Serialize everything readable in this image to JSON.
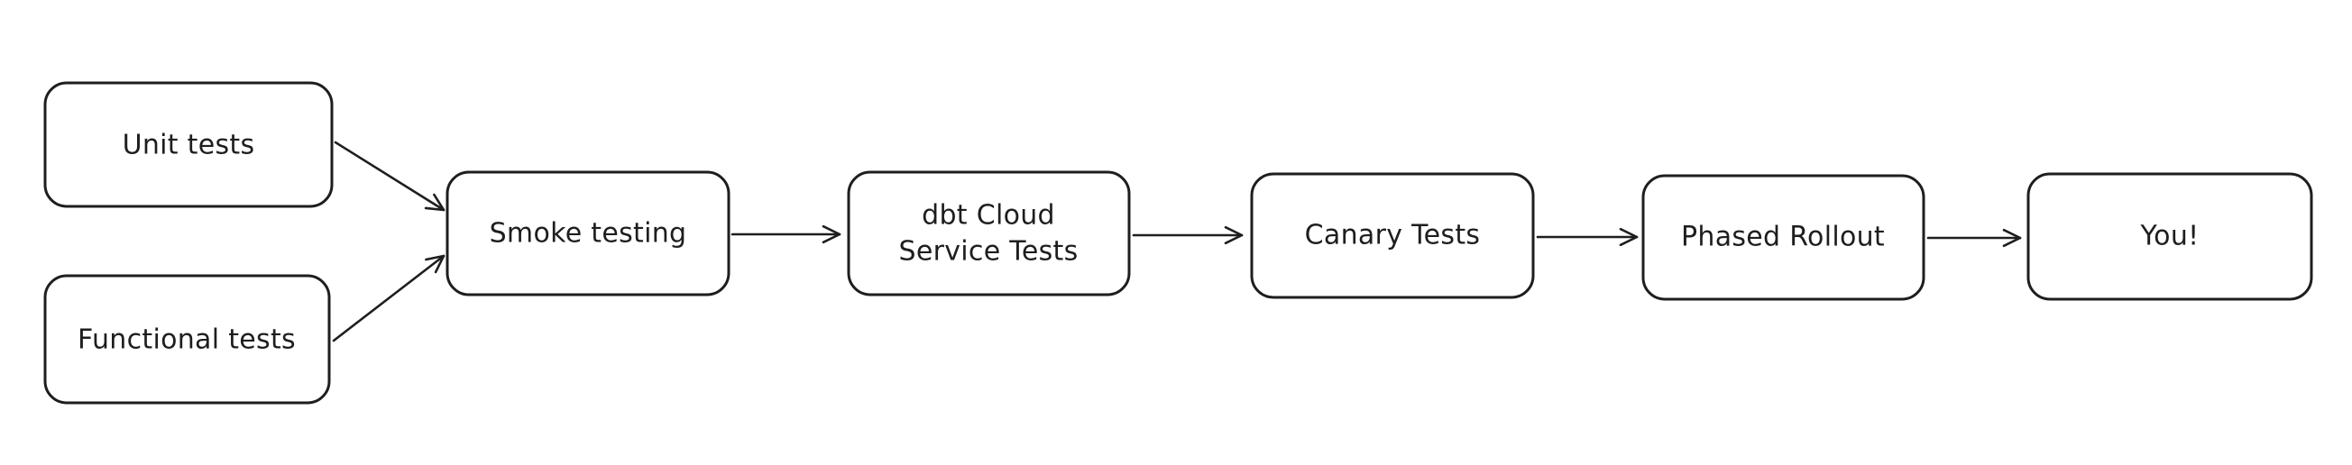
{
  "diagram": {
    "type": "flowchart",
    "style": "hand-drawn",
    "colors": {
      "background": "#ffffff",
      "node_fill": "#ffffff",
      "stroke": "#1e1e1e",
      "text": "#1e1e1e"
    },
    "nodes": [
      {
        "id": "unit-tests",
        "label": "Unit tests",
        "lines": [
          "Unit tests"
        ]
      },
      {
        "id": "functional-tests",
        "label": "Functional tests",
        "lines": [
          "Functional tests"
        ]
      },
      {
        "id": "smoke-testing",
        "label": "Smoke testing",
        "lines": [
          "Smoke testing"
        ]
      },
      {
        "id": "dbt-cloud-service-tests",
        "label": "dbt Cloud Service Tests",
        "lines": [
          "dbt Cloud",
          "Service Tests"
        ]
      },
      {
        "id": "canary-tests",
        "label": "Canary Tests",
        "lines": [
          "Canary Tests"
        ]
      },
      {
        "id": "phased-rollout",
        "label": "Phased Rollout",
        "lines": [
          "Phased Rollout"
        ]
      },
      {
        "id": "you",
        "label": "You!",
        "lines": [
          "You!"
        ]
      }
    ],
    "edges": [
      {
        "from": "unit-tests",
        "to": "smoke-testing"
      },
      {
        "from": "functional-tests",
        "to": "smoke-testing"
      },
      {
        "from": "smoke-testing",
        "to": "dbt-cloud-service-tests"
      },
      {
        "from": "dbt-cloud-service-tests",
        "to": "canary-tests"
      },
      {
        "from": "canary-tests",
        "to": "phased-rollout"
      },
      {
        "from": "phased-rollout",
        "to": "you"
      }
    ]
  }
}
